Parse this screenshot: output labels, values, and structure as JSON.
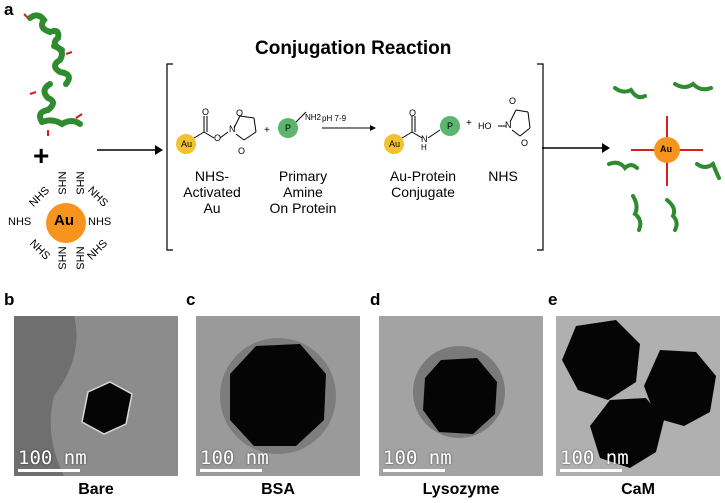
{
  "panel_a": {
    "letter": "a",
    "title": "Conjugation Reaction",
    "plus_sign": "+",
    "au_label": "Au",
    "nhs_label": "NHS",
    "p_label": "P",
    "nh2_label": "NH2",
    "ho_label": "HO",
    "n_label": "N",
    "o_label": "O",
    "h_label": "H",
    "reaction_plus": "+",
    "condition": "pH 7-9",
    "captions": {
      "nhs_au": [
        "NHS-",
        "Activated",
        "Au"
      ],
      "amine": [
        "Primary",
        "Amine",
        "On Protein"
      ],
      "conjugate": [
        "Au-Protein",
        "Conjugate"
      ],
      "nhs": [
        "NHS"
      ]
    }
  },
  "tem_panels": [
    {
      "letter": "b",
      "label": "Bare",
      "scale": "100 nm"
    },
    {
      "letter": "c",
      "label": "BSA",
      "scale": "100 nm"
    },
    {
      "letter": "d",
      "label": "Lysozyme",
      "scale": "100 nm"
    },
    {
      "letter": "e",
      "label": "CaM",
      "scale": "100 nm"
    }
  ],
  "colors": {
    "gold_particle": "#F7941D",
    "gold_small": "#F2C12E",
    "protein_green": "#2E8B2E",
    "protein_p": "#5BB56E",
    "linker_red": "#D62020"
  }
}
